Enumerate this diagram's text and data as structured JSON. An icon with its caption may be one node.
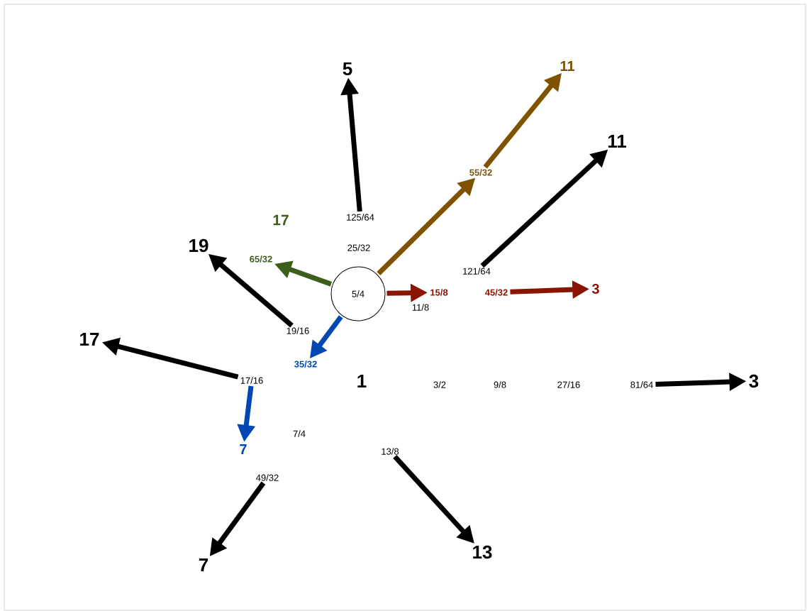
{
  "diagram": {
    "nodes": [
      {
        "text": [
          "5"
        ]
      },
      {
        "text": [
          "11"
        ]
      },
      {
        "text": [
          "11"
        ]
      },
      {
        "text": [
          "55/32"
        ]
      },
      {
        "text": [
          "17"
        ]
      },
      {
        "text": [
          "125/64"
        ]
      },
      {
        "text": [
          "19"
        ]
      },
      {
        "text": [
          "65/32"
        ]
      },
      {
        "text": [
          "25/32"
        ]
      },
      {
        "text": [
          "121/64"
        ]
      },
      {
        "text": [
          "5/4"
        ]
      },
      {
        "text": [
          "15/8"
        ]
      },
      {
        "text": [
          "45/32"
        ]
      },
      {
        "text": [
          "3"
        ]
      },
      {
        "text": [
          "11/8"
        ]
      },
      {
        "text": [
          "19/16"
        ]
      },
      {
        "text": [
          "17"
        ]
      },
      {
        "text": [
          "35/32"
        ]
      },
      {
        "text": [
          "17/16"
        ]
      },
      {
        "text": [
          "1"
        ]
      },
      {
        "text": [
          "3/2"
        ]
      },
      {
        "text": [
          "9/8"
        ]
      },
      {
        "text": [
          "27/16"
        ]
      },
      {
        "text": [
          "81/64"
        ]
      },
      {
        "text": [
          "3"
        ]
      },
      {
        "text": [
          "7/4"
        ]
      },
      {
        "text": [
          "7"
        ]
      },
      {
        "text": [
          "13/8"
        ]
      },
      {
        "text": [
          "49/32"
        ]
      },
      {
        "text": [
          "7"
        ]
      },
      {
        "text": [
          "13"
        ]
      }
    ],
    "edges": [
      {
        "from": 5,
        "to": 0,
        "arrow": "to"
      },
      {
        "from": 3,
        "to": 1,
        "arrow": "to",
        "color": "#7f5200"
      },
      {
        "from": 9,
        "to": 2,
        "arrow": "to"
      },
      {
        "from": 10,
        "to": 3,
        "arrow": "to",
        "color": "#7f5200"
      },
      {
        "from": 10,
        "to": 7,
        "arrow": "to",
        "color": "#3d5f1c"
      },
      {
        "from": 15,
        "to": 6,
        "arrow": "to"
      },
      {
        "from": 10,
        "to": 11,
        "arrow": "to",
        "color": "#8b1400"
      },
      {
        "from": 12,
        "to": 13,
        "arrow": "to",
        "color": "#8b1400"
      },
      {
        "from": 10,
        "to": 17,
        "arrow": "to",
        "color": "#0047b3"
      },
      {
        "from": 18,
        "to": 16,
        "arrow": "to"
      },
      {
        "from": 23,
        "to": 24,
        "arrow": "to"
      },
      {
        "from": 18,
        "to": 26,
        "arrow": "to",
        "color": "#0047b3"
      },
      {
        "from": 28,
        "to": 29,
        "arrow": "to"
      },
      {
        "from": 27,
        "to": 30,
        "arrow": "to"
      }
    ]
  }
}
